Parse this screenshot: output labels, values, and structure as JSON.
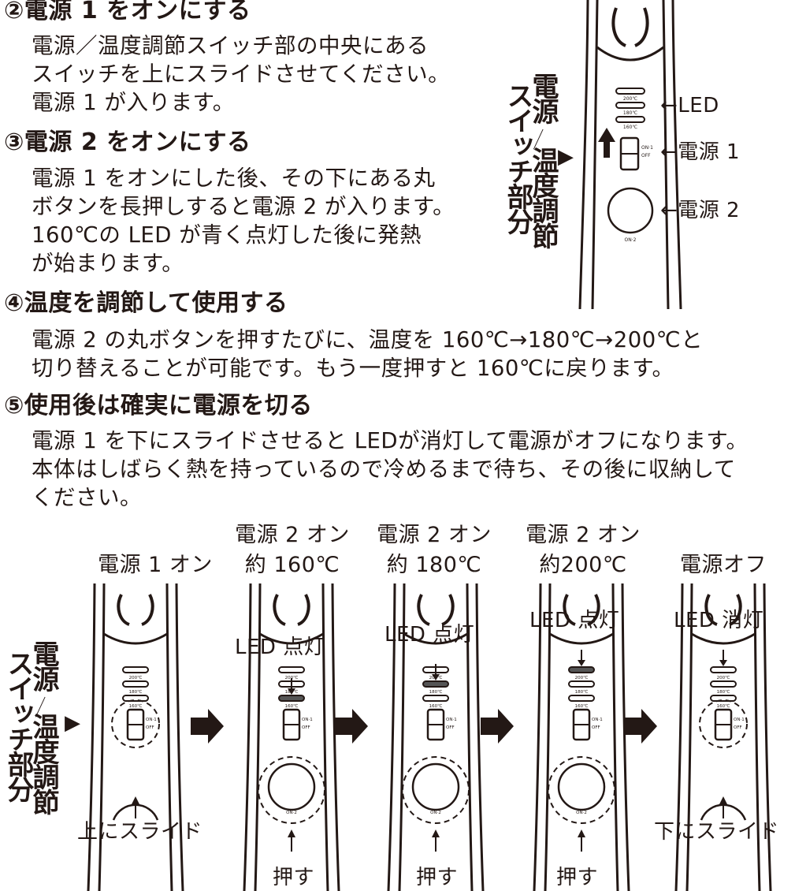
{
  "steps": [
    {
      "title": "②電源 1 をオンにする",
      "lines": [
        "電源／温度調節スイッチ部の中央にある",
        "スイッチを上にスライドさせてください。",
        "電源 1 が入ります。"
      ]
    },
    {
      "title": "③電源 2 をオンにする",
      "lines": [
        "電源 1 をオンにした後、その下にある丸",
        "ボタンを長押しすると電源 2 が入ります。",
        "160℃の LED が青く点灯した後に発熱",
        "が始まります。"
      ]
    },
    {
      "title": "④温度を調節して使用する",
      "lines": [
        "電源 2 の丸ボタンを押すたびに、温度を 160℃→180℃→200℃と",
        "切り替えることが可能です。もう一度押すと 160℃に戻ります。"
      ]
    },
    {
      "title": "⑤使用後は確実に電源を切る",
      "lines": [
        "電源 1 を下にスライドさせると LEDが消灯して電源がオフになります。",
        "本体はしばらく熱を持っているので冷めるまで待ち、その後に収納して",
        "ください。"
      ]
    }
  ],
  "top_diagram": {
    "side_label_col1": "電源",
    "slash": "／",
    "side_label_col2a": "スイッチ部分",
    "side_label_col2b": "温度調節",
    "pointer": "▶",
    "callouts": {
      "led": "←LED",
      "power1": "←電源 1",
      "power2": "←電源 2"
    },
    "temps": [
      "200℃",
      "180℃",
      "160℃"
    ],
    "switch_on": "ON·1",
    "switch_off": "OFF",
    "button_label": "ON·2"
  },
  "bottom_diagram": {
    "side_label_col1": "電源",
    "slash": "／",
    "side_label_col2a": "スイッチ部分",
    "side_label_col2b": "温度調節",
    "pointer": "▶",
    "panels": [
      {
        "title_line1": "",
        "title_line2": "電源 1 オン",
        "note": "上にスライド",
        "led": ""
      },
      {
        "title_line1": "電源 2 オン",
        "title_line2": "約 160℃",
        "note": "押す",
        "led": "LED 点灯"
      },
      {
        "title_line1": "電源 2 オン",
        "title_line2": "約 180℃",
        "note": "押す",
        "led": "LED 点灯"
      },
      {
        "title_line1": "電源 2 オン",
        "title_line2": "約200℃",
        "note": "押す",
        "led": "LED 点灯"
      },
      {
        "title_line1": "",
        "title_line2": "電源オフ",
        "note": "下にスライド",
        "led": "LED 消灯"
      }
    ],
    "lit_index": [
      null,
      2,
      1,
      0,
      null
    ],
    "step_arrow": "➡"
  }
}
